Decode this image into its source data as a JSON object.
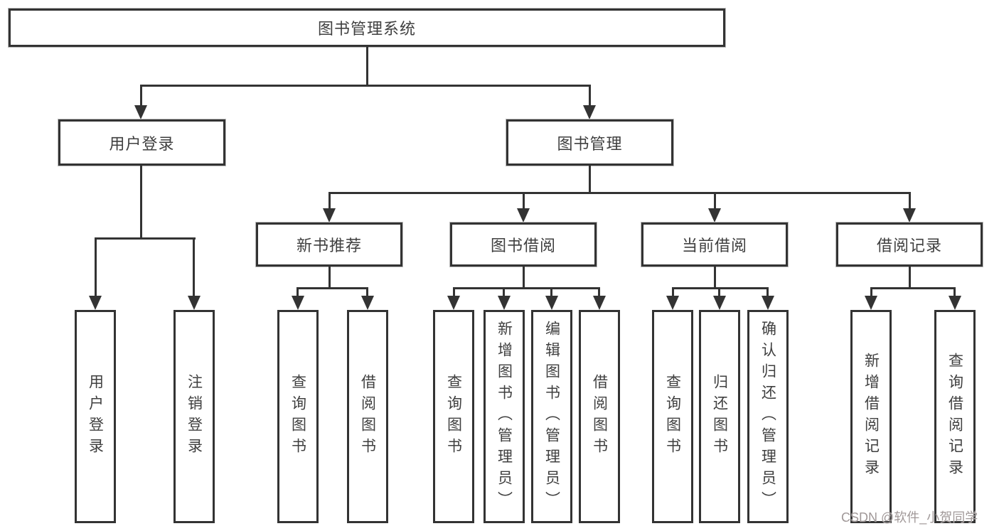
{
  "diagram": {
    "root": {
      "label": "图书管理系统"
    },
    "branches": [
      {
        "id": "user-login",
        "label": "用户登录",
        "children": [
          "用户登录",
          "注销登录"
        ]
      },
      {
        "id": "book-management",
        "label": "图书管理"
      }
    ],
    "modules": [
      {
        "label": "新书推荐",
        "children": [
          "查询图书",
          "借阅图书"
        ]
      },
      {
        "label": "图书借阅",
        "children": [
          "查询图书",
          "新增图书（管理员）",
          "编辑图书（管理员）",
          "借阅图书"
        ]
      },
      {
        "label": "当前借阅",
        "children": [
          "查询图书",
          "归还图书",
          "确认归还（管理员）"
        ]
      },
      {
        "label": "借阅记录",
        "children": [
          "新增借阅记录",
          "查询借阅记录"
        ]
      }
    ],
    "watermark": "CSDN @软件_小贺同学",
    "colors": {
      "line": "#333333",
      "text": "#3f3f3f",
      "watermark": "#a09898",
      "background": "#ffffff"
    }
  }
}
